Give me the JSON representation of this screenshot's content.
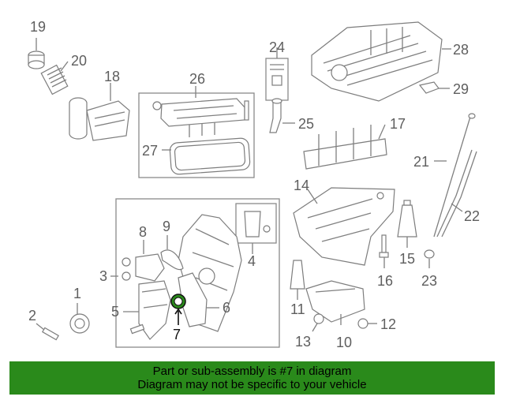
{
  "callouts": {
    "c1": "1",
    "c2": "2",
    "c3": "3",
    "c4": "4",
    "c5": "5",
    "c6": "6",
    "c7": "7",
    "c8": "8",
    "c9": "9",
    "c10": "10",
    "c11": "11",
    "c12": "12",
    "c13": "13",
    "c14": "14",
    "c15": "15",
    "c16": "16",
    "c17": "17",
    "c18": "18",
    "c19": "19",
    "c20": "20",
    "c21": "21",
    "c22": "22",
    "c23": "23",
    "c24": "24",
    "c25": "25",
    "c26": "26",
    "c27": "27",
    "c28": "28",
    "c29": "29"
  },
  "highlight_color": "#2a8a1b",
  "banner": {
    "line1": "Part or sub-assembly is #7 in diagram",
    "line2": "Diagram may not be specific to your vehicle"
  }
}
